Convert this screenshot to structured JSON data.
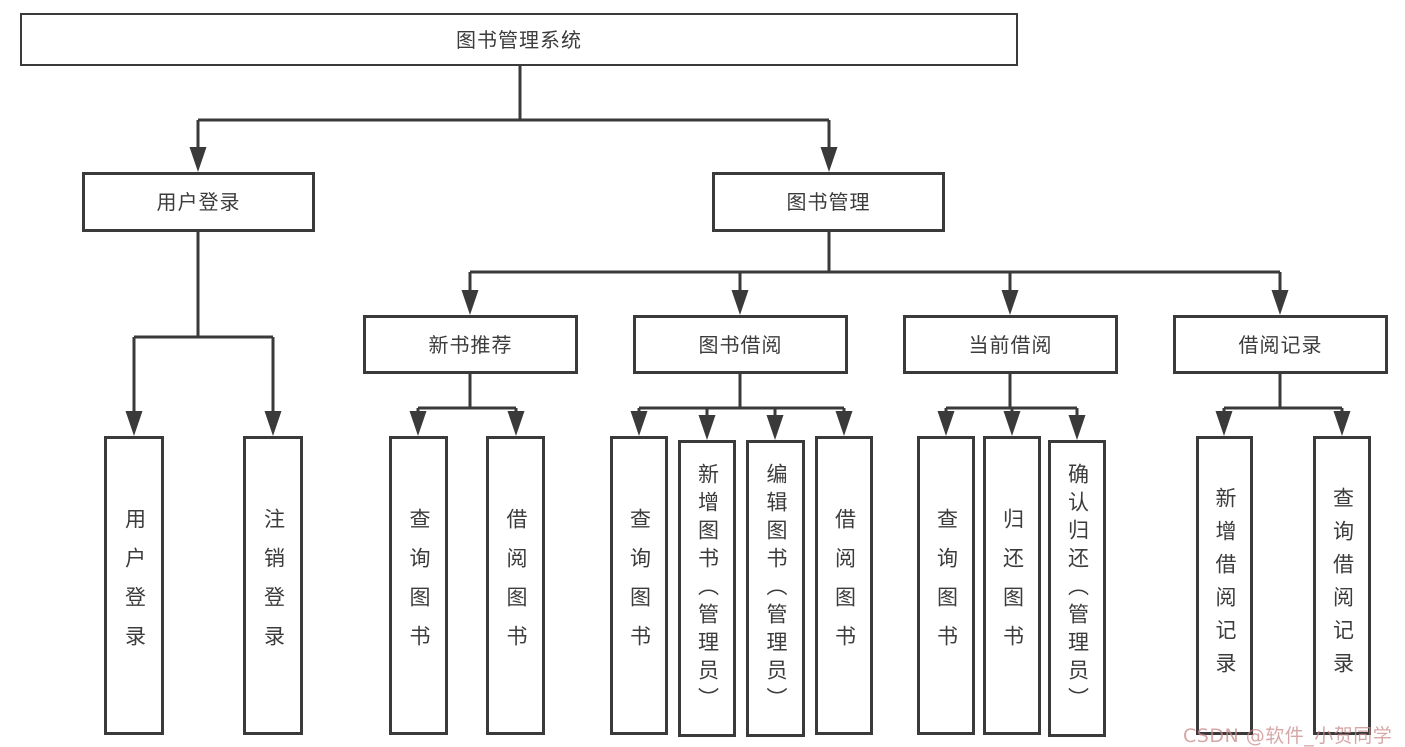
{
  "tree": {
    "label": "图书管理系统",
    "children": [
      {
        "label": "用户登录",
        "children": [
          {
            "label": "用户登录"
          },
          {
            "label": "注销登录"
          }
        ]
      },
      {
        "label": "图书管理",
        "children": [
          {
            "label": "新书推荐",
            "children": [
              {
                "label": "查询图书"
              },
              {
                "label": "借阅图书"
              }
            ]
          },
          {
            "label": "图书借阅",
            "children": [
              {
                "label": "查询图书"
              },
              {
                "label": "新增图书（管理员）"
              },
              {
                "label": "编辑图书（管理员）"
              },
              {
                "label": "借阅图书"
              }
            ]
          },
          {
            "label": "当前借阅",
            "children": [
              {
                "label": "查询图书"
              },
              {
                "label": "归还图书"
              },
              {
                "label": "确认归还（管理员）"
              }
            ]
          },
          {
            "label": "借阅记录",
            "children": [
              {
                "label": "新增借阅记录"
              },
              {
                "label": "查询借阅记录"
              }
            ]
          }
        ]
      }
    ]
  },
  "watermark": "CSDN @软件_小贺同学",
  "colors": {
    "line": "#3a3a3a",
    "text": "#3c3c3c",
    "watermark": "#c98a8a",
    "background": "#ffffff"
  }
}
